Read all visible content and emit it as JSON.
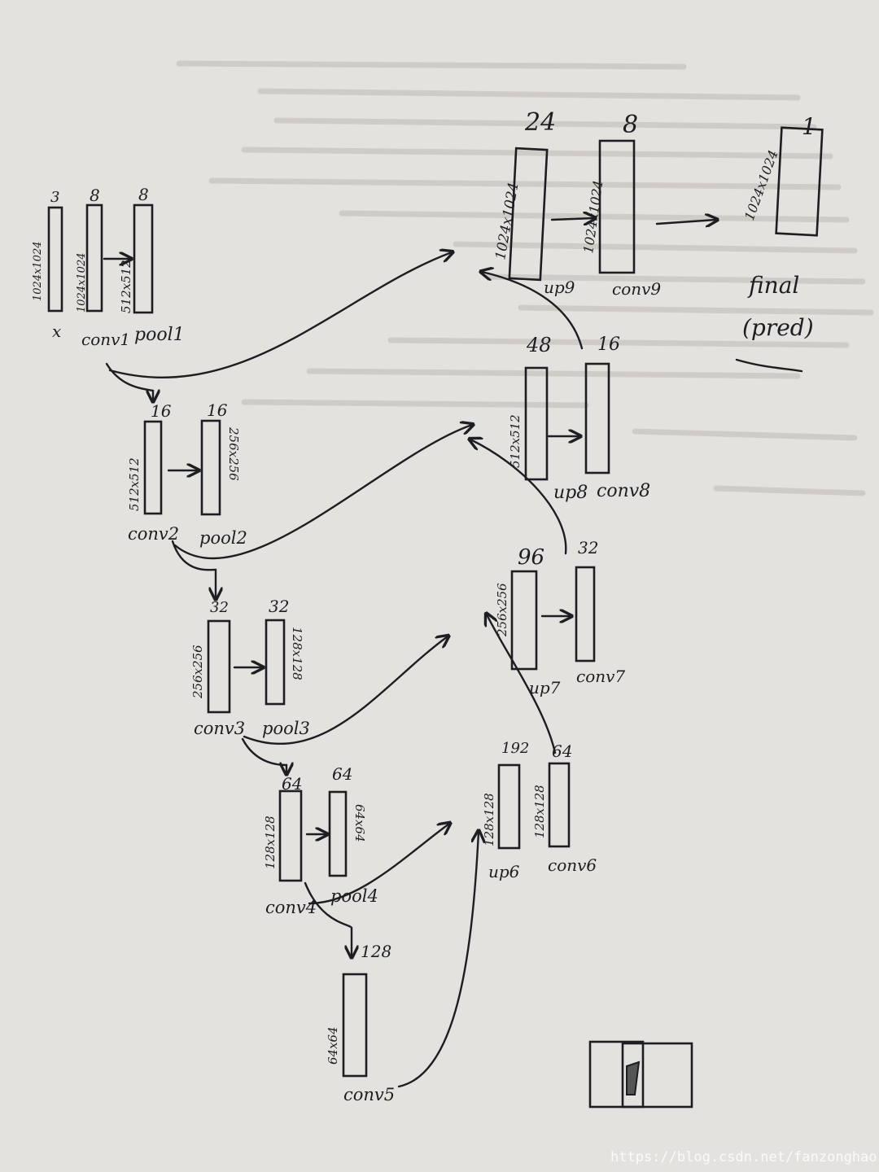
{
  "blocks": [
    {
      "id": "x",
      "channels": "3",
      "size": "1024x1024",
      "name": "x"
    },
    {
      "id": "conv1",
      "channels": "8",
      "size": "1024x1024",
      "name": "conv1"
    },
    {
      "id": "pool1",
      "channels": "8",
      "size": "512x512",
      "name": "pool1"
    },
    {
      "id": "conv2",
      "channels": "16",
      "size": "512x512",
      "name": "conv2"
    },
    {
      "id": "pool2",
      "channels": "16",
      "size": "256x256",
      "name": "pool2"
    },
    {
      "id": "conv3",
      "channels": "32",
      "size": "256x256",
      "name": "conv3"
    },
    {
      "id": "pool3",
      "channels": "32",
      "size": "128x128",
      "name": "pool3"
    },
    {
      "id": "conv4",
      "channels": "64",
      "size": "128x128",
      "name": "conv4"
    },
    {
      "id": "pool4",
      "channels": "64",
      "size": "64x64",
      "name": "pool4"
    },
    {
      "id": "conv5",
      "channels": "128",
      "size": "64x64",
      "name": "conv5"
    },
    {
      "id": "up6",
      "channels": "192",
      "size": "128x128",
      "name": "up6"
    },
    {
      "id": "conv6",
      "channels": "64",
      "size": "128x128",
      "name": "conv6"
    },
    {
      "id": "up7",
      "channels": "96",
      "size": "256x256",
      "name": "up7"
    },
    {
      "id": "conv7",
      "channels": "32",
      "size": "",
      "name": "conv7"
    },
    {
      "id": "up8",
      "channels": "48",
      "size": "512x512",
      "name": "up8"
    },
    {
      "id": "conv8",
      "channels": "16",
      "size": "",
      "name": "conv8"
    },
    {
      "id": "up9",
      "channels": "24",
      "size": "1024x1024",
      "name": "up9"
    },
    {
      "id": "conv9",
      "channels": "8",
      "size": "1024x1024",
      "name": "conv9"
    },
    {
      "id": "final",
      "channels": "1",
      "size": "1024x1024",
      "name": "final"
    }
  ],
  "final_note": "(pred)",
  "watermark": "https://blog.csdn.net/fanzonghao"
}
